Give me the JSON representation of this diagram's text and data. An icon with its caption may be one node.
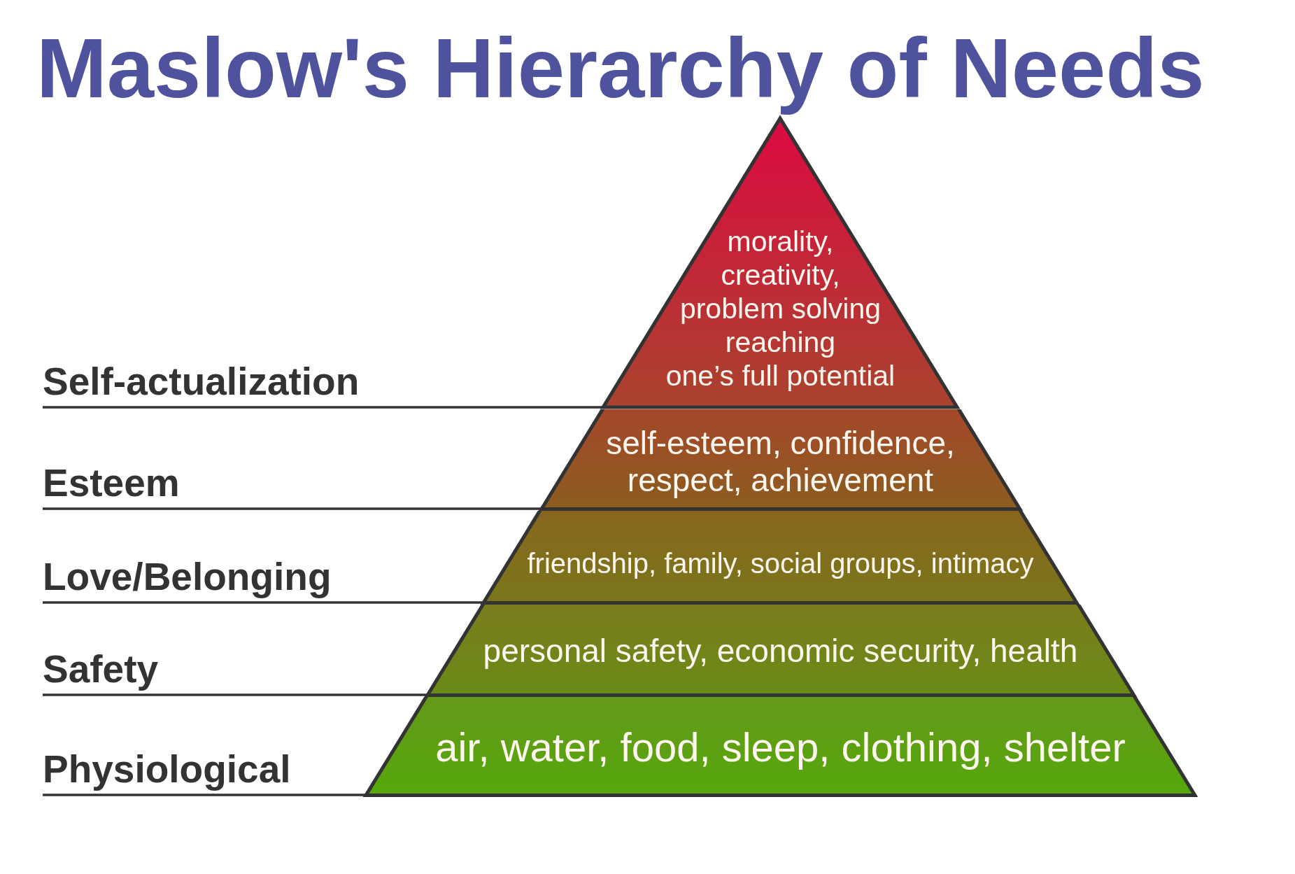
{
  "diagram": {
    "title": "Maslow's Hierarchy of Needs",
    "nodes": [
      {
        "text": [
          "Self-actualization"
        ]
      },
      {
        "text": [
          "morality, creativity, problem solving reaching one’s full potential"
        ]
      },
      {
        "text": [
          "Esteem"
        ]
      },
      {
        "text": [
          "self-esteem, confidence, respect, achievement"
        ]
      },
      {
        "text": [
          "Love/Belonging"
        ]
      },
      {
        "text": [
          "friendship, family, social groups, intimacy"
        ]
      },
      {
        "text": [
          "Safety"
        ]
      },
      {
        "text": [
          "personal safety, economic security, health"
        ]
      },
      {
        "text": [
          "Physiological"
        ]
      },
      {
        "text": [
          "air, water, food, sleep, clothing, shelter"
        ]
      }
    ],
    "edges": [
      {
        "from": 0,
        "to": 1,
        "arrow": "none"
      },
      {
        "from": 2,
        "to": 3,
        "arrow": "none"
      },
      {
        "from": 4,
        "to": 5,
        "arrow": "none"
      },
      {
        "from": 6,
        "to": 7,
        "arrow": "none"
      },
      {
        "from": 8,
        "to": 9,
        "arrow": "none"
      }
    ]
  }
}
